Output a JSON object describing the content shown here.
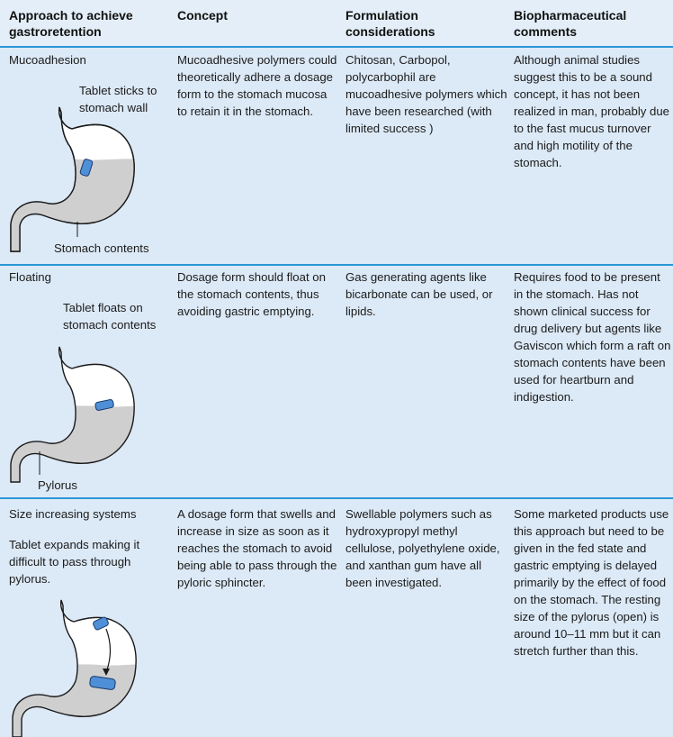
{
  "header": {
    "approach": "Approach to achieve gastroretention",
    "concept": "Concept",
    "formulation": "Formulation considerations",
    "bio": "Biopharmaceutical comments"
  },
  "rows": [
    {
      "approach": "Mucoadhesion",
      "concept": "Mucoadhesive polymers could theoretically adhere a dosage form to the stomach mucosa to retain it in the stomach.",
      "formulation": "Chitosan, Carbopol, polycarbophil are mucoadhesive polymers which have been researched (with limited success )",
      "bio": "Although animal studies suggest this to be a sound concept, it has not been realized in man, probably due to the fast mucus turnover and high motility of the stomach.",
      "label_a": "Tablet sticks to stomach wall",
      "label_b": "Stomach contents"
    },
    {
      "approach": "Floating",
      "concept": "Dosage form should float on the stomach contents, thus avoiding gastric emptying.",
      "formulation": "Gas generating agents like bicarbonate can be used, or lipids.",
      "bio": "Requires food to be present in the stomach. Has not shown clinical success for drug delivery but agents like Gaviscon which form a raft on stomach contents have been used for heartburn and indigestion.",
      "label_a": "Tablet floats on stomach contents",
      "label_b": "Pylorus"
    },
    {
      "approach": "Size increasing systems",
      "concept": "A dosage form that swells and increase in size as soon as it reaches the stomach to avoid being able to pass through the pyloric sphincter.",
      "formulation": "Swellable polymers such as hydroxypropyl methyl cellulose, polyethylene oxide, and xanthan gum have all been investigated.",
      "bio": "Some marketed products use this approach but need to be given in the fed state and gastric emptying is delayed primarily by the effect of food on the stomach. The resting size of the pylorus (open) is around 10–11 mm but it can stretch further than this.",
      "label_a": "Tablet expands making it difficult to pass through pylorus."
    }
  ],
  "colors": {
    "rule": "#2a97d6",
    "tablet": "#4f8fd8",
    "contents": "#cfcfcf",
    "background": "#dce9f6"
  }
}
